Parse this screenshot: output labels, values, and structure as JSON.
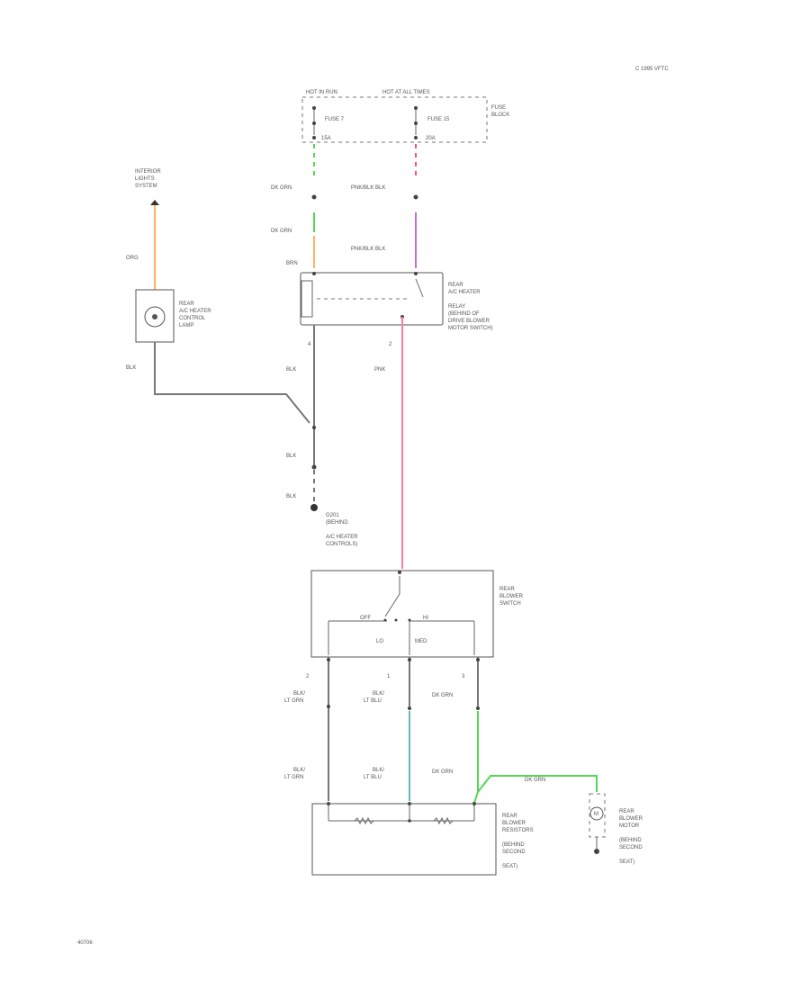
{
  "header": {
    "code": "C 1995 VFTC"
  },
  "footer": {
    "code": "40706"
  },
  "colors": {
    "dk_grn": "#55d655",
    "pnk_blk": "#ff4f8c",
    "pnk_blk_lower": "#c86ed6",
    "org": "#ffb266",
    "blk": "#777777",
    "pnk": "#ff7aa8",
    "lt_blu": "#5fb9c2"
  },
  "fuse_block": {
    "top_left_label": "HOT IN RUN",
    "top_right_label": "HOT AT ALL TIMES",
    "fuse_left": "FUSE 7",
    "fuse_right": "FUSE 15",
    "amp_left": "15A",
    "amp_right": "20A",
    "name_line1": "FUSE",
    "name_line2": "BLOCK"
  },
  "interior_lights": {
    "line1": "INTERIOR",
    "line2": "LIGHTS",
    "line3": "SYSTEM"
  },
  "wire_labels": {
    "dk_grn_1": "DK GRN",
    "dk_grn_2": "DK GRN",
    "pnk_blk_1": "PNK/BLK BLK",
    "pnk_blk_2": "PNK/BLK BLK",
    "brn": "BRN",
    "org": "ORG",
    "blk_lamp": "BLK",
    "blk_1": "BLK",
    "blk_2": "BLK",
    "blk_3": "BLK",
    "pnk": "PNK",
    "pin_4": "4",
    "pin_2": "2",
    "sw_pin_left": "2",
    "sw_pin_mid": "1",
    "sw_pin_right": "3",
    "lower_left_1a": "BLK/",
    "lower_left_1b": "LT GRN",
    "lower_mid_1a": "BLK/",
    "lower_mid_1b": "LT BLU",
    "lower_right_1": "DK GRN",
    "lower_left_2a": "BLK/",
    "lower_left_2b": "LT GRN",
    "lower_mid_2a": "BLK/",
    "lower_mid_2b": "LT BLU",
    "lower_right_2": "DK GRN",
    "motor_wire": "DK GRN"
  },
  "control_lamp": {
    "line1": "REAR",
    "line2": "A/C HEATER",
    "line3": "CONTROL",
    "line4": "LAMP"
  },
  "relay": {
    "line1": "REAR",
    "line2": "A/C HEATER",
    "line3": "RELAY",
    "line4": "(BEHIND OF",
    "line5": "DRIVE BLOWER",
    "line6": "MOTOR SWITCH)"
  },
  "ground_note": {
    "line1": "G201",
    "line2": "(BEHIND",
    "line3": "A/C HEATER",
    "line4": "CONTROLS)"
  },
  "blower_switch": {
    "line1": "REAR",
    "line2": "BLOWER",
    "line3": "SWITCH",
    "pos_off": "OFF",
    "pos_hi": "HI",
    "pos_lo": "LO",
    "pos_med": "MED"
  },
  "resistors": {
    "line1": "REAR",
    "line2": "BLOWER",
    "line3": "RESISTORS",
    "line4": "(BEHIND",
    "line5": "SECOND",
    "line6": "SEAT)"
  },
  "motor": {
    "symbol": "M",
    "line1": "REAR",
    "line2": "BLOWER",
    "line3": "MOTOR",
    "line4": "(BEHIND",
    "line5": "SECOND",
    "line6": "SEAT)"
  }
}
